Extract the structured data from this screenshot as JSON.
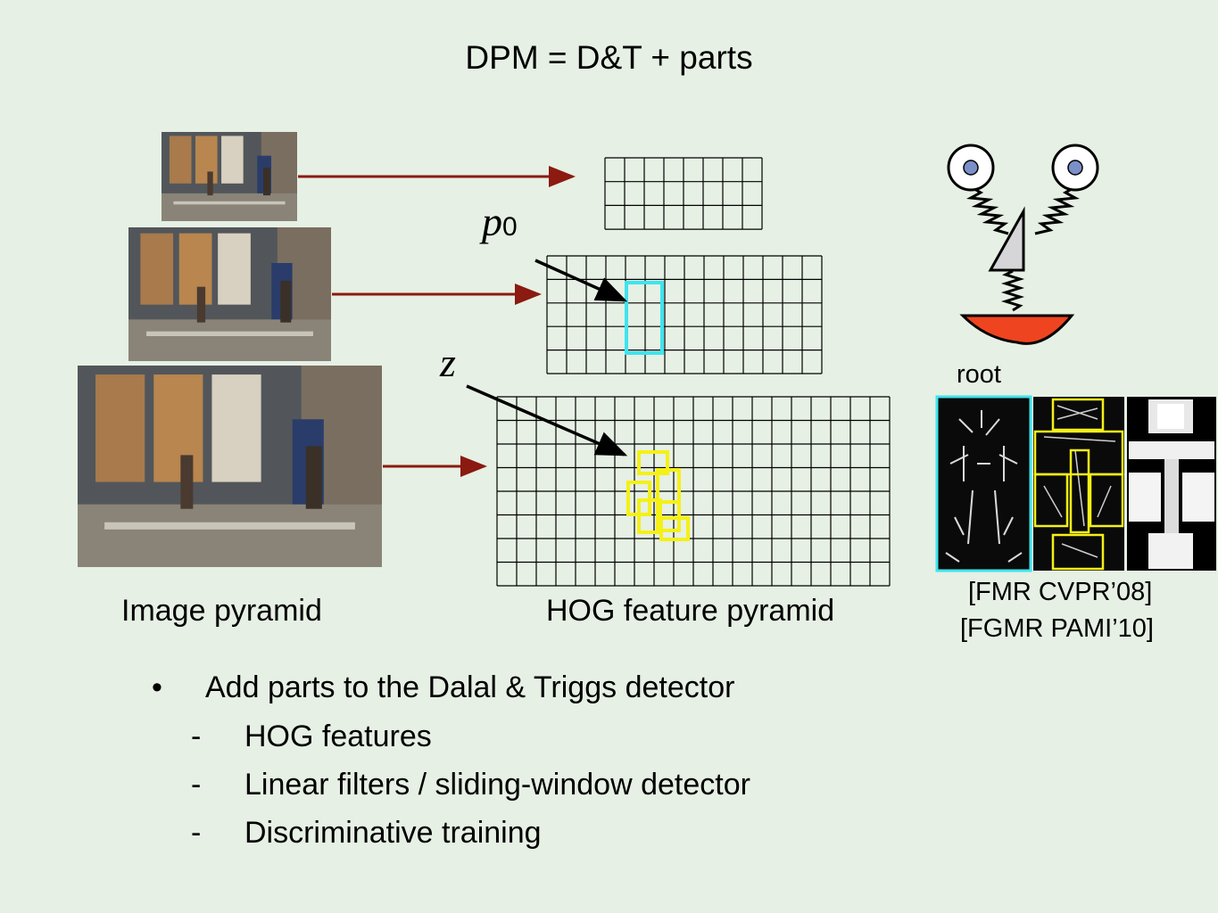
{
  "title": "DPM = D&T + parts",
  "labels": {
    "image_pyramid": "Image pyramid",
    "hog_pyramid": "HOG feature pyramid",
    "p0_base": "p",
    "p0_sub": "0",
    "z": "z",
    "root": "root",
    "ref1": "[FMR CVPR’08]",
    "ref2": "[FGMR PAMI’10]"
  },
  "bullets": {
    "main": "Add parts to the Dalal & Triggs detector",
    "sub": [
      "HOG features",
      "Linear filters / sliding-window detector",
      "Discriminative training"
    ],
    "main_marker": "•",
    "sub_marker": "-"
  },
  "colors": {
    "background": "#e6f0e4",
    "arrow": "#8b1a10",
    "root_box": "#3ee4ee",
    "part_box": "#f5f017",
    "mouth": "#ee4420",
    "eye_pupil": "#7b8fc8"
  }
}
